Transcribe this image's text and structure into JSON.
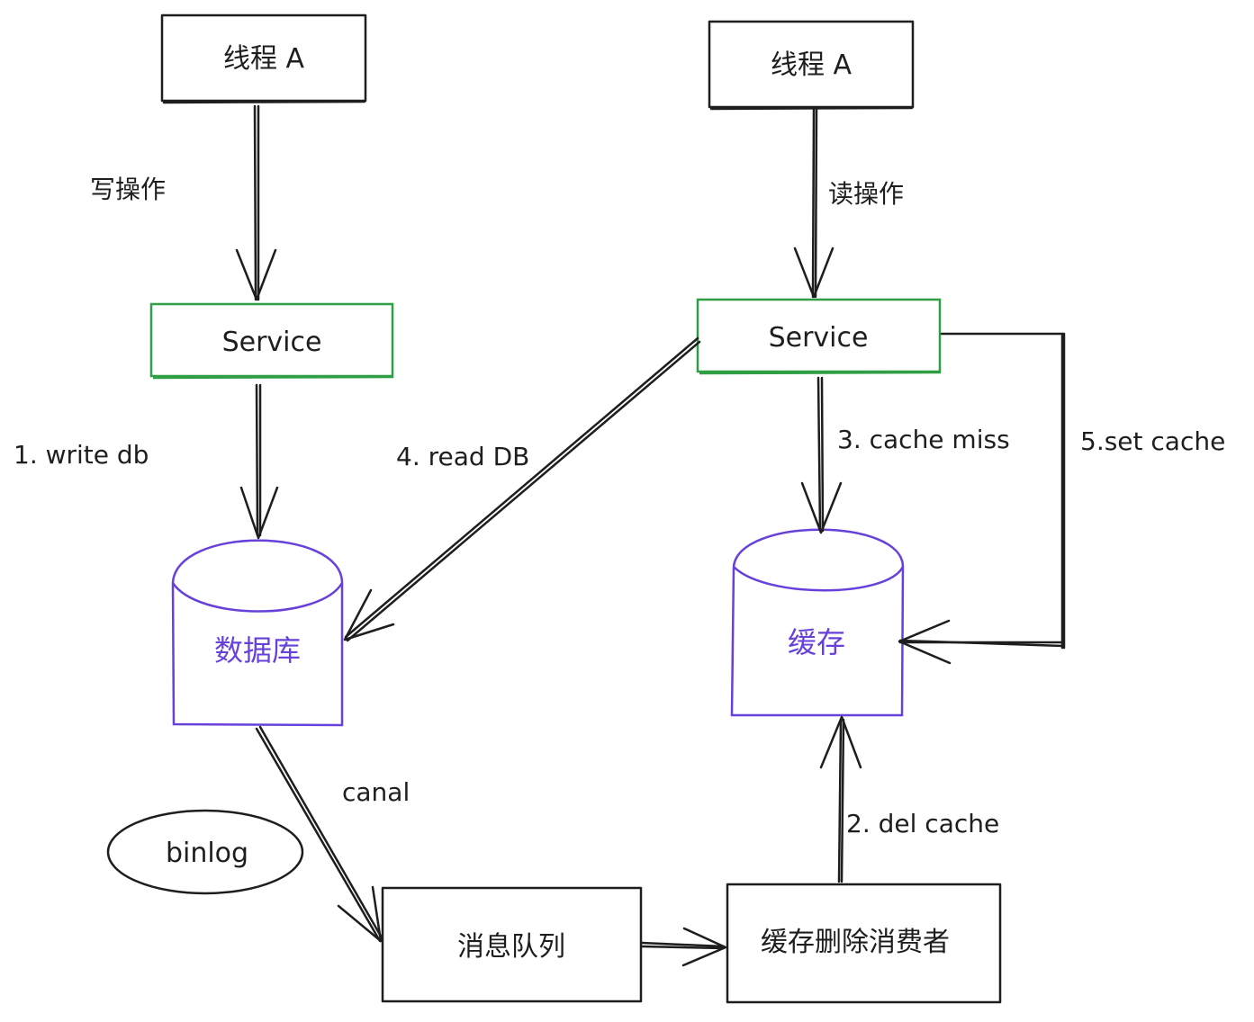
{
  "diagram": {
    "colors": {
      "ink": "#1e1e1e",
      "service_border": "#2f9e44",
      "store_border": "#6741d9",
      "store_text": "#6741d9"
    },
    "nodes": {
      "thread_left": {
        "label": "线程 A"
      },
      "thread_right": {
        "label": "线程 A"
      },
      "service_left": {
        "label": "Service"
      },
      "service_right": {
        "label": "Service"
      },
      "database": {
        "label": "数据库"
      },
      "cache": {
        "label": "缓存"
      },
      "binlog": {
        "label": "binlog"
      },
      "message_queue": {
        "label": "消息队列"
      },
      "cache_delete_consumer": {
        "label": "缓存删除消费者"
      }
    },
    "edges": {
      "write_op": {
        "label": "写操作"
      },
      "read_op": {
        "label": "读操作"
      },
      "write_db": {
        "label": "1. write db"
      },
      "read_db": {
        "label": "4. read DB"
      },
      "cache_miss": {
        "label": "3. cache miss"
      },
      "set_cache": {
        "label": "5.set cache"
      },
      "canal": {
        "label": "canal"
      },
      "del_cache": {
        "label": "2. del cache"
      }
    }
  }
}
